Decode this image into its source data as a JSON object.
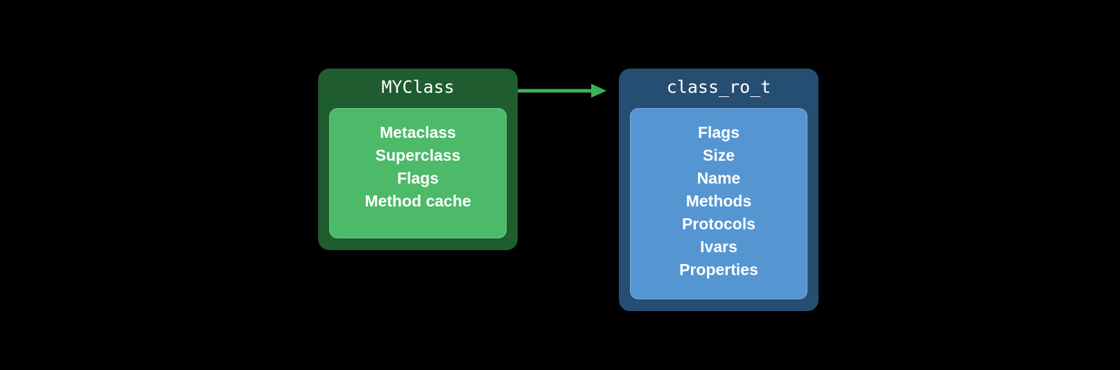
{
  "diagram": {
    "left_box": {
      "title": "MYClass",
      "fields": [
        "Metaclass",
        "Superclass",
        "Flags",
        "Method cache"
      ],
      "colors": {
        "outer": "#1f5c30",
        "inner": "#4cba69"
      }
    },
    "right_box": {
      "title": "class_ro_t",
      "fields": [
        "Flags",
        "Size",
        "Name",
        "Methods",
        "Protocols",
        "Ivars",
        "Properties"
      ],
      "colors": {
        "outer": "#264e73",
        "inner": "#5596d2"
      }
    },
    "arrow": {
      "from": "MYClass",
      "to": "class_ro_t",
      "color": "#3cb25a"
    }
  }
}
